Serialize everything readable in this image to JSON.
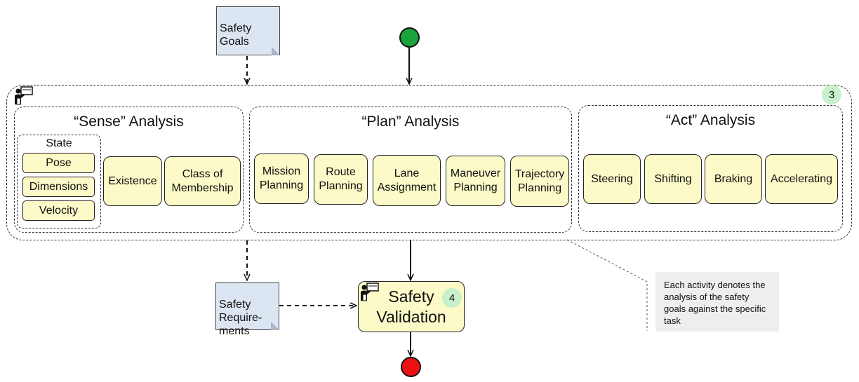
{
  "safety_goals": "Safety\nGoals",
  "safety_requirements": "Safety\nRequire-\nments",
  "container_badge": "3",
  "sense": {
    "title": "“Sense” Analysis",
    "state_label": "State",
    "state_items": [
      "Pose",
      "Dimensions",
      "Velocity"
    ],
    "activities": [
      "Existence",
      "Class of\nMembership"
    ]
  },
  "plan": {
    "title": "“Plan” Analysis",
    "activities": [
      "Mission\nPlanning",
      "Route\nPlanning",
      "Lane\nAssignment",
      "Maneuver\nPlanning",
      "Trajectory\nPlanning"
    ]
  },
  "act": {
    "title": "“Act” Analysis",
    "activities": [
      "Steering",
      "Shifting",
      "Braking",
      "Accelerating"
    ]
  },
  "validation": {
    "label": "Safety\nValidation",
    "badge": "4"
  },
  "note": "Each activity denotes the analysis of the safety goals against the specific task",
  "colors": {
    "activity_fill": "#fcfac8",
    "document_fill": "#dce6f2",
    "badge_fill": "#c9f0cc",
    "start_node": "#1aa33a",
    "end_node": "#ee1111"
  },
  "icons": [
    "activity-worker-icon"
  ]
}
